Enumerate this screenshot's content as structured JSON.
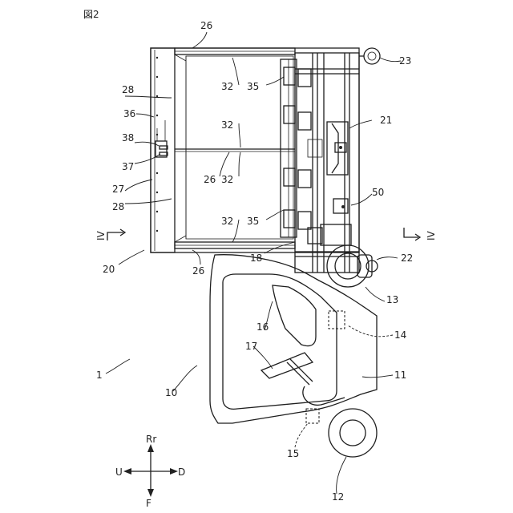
{
  "figure_label": "図2",
  "labels": {
    "n1": "1",
    "n10": "10",
    "n11": "11",
    "n12": "12",
    "n13": "13",
    "n14": "14",
    "n15": "15",
    "n16": "16",
    "n17": "17",
    "n18": "18",
    "n20": "20",
    "n21": "21",
    "n22": "22",
    "n23": "23",
    "n26a": "26",
    "n26b": "26",
    "n26c": "26",
    "n27": "27",
    "n28a": "28",
    "n28b": "28",
    "n32a": "32",
    "n32b": "32",
    "n32c": "32",
    "n32d": "32",
    "n35a": "35",
    "n35b": "35",
    "n36": "36",
    "n37": "37",
    "n38": "38",
    "n50": "50"
  },
  "section_marks": {
    "left": "IV",
    "right": "IV"
  },
  "compass": {
    "up": "Rr",
    "down": "F",
    "left": "U",
    "right": "D"
  }
}
